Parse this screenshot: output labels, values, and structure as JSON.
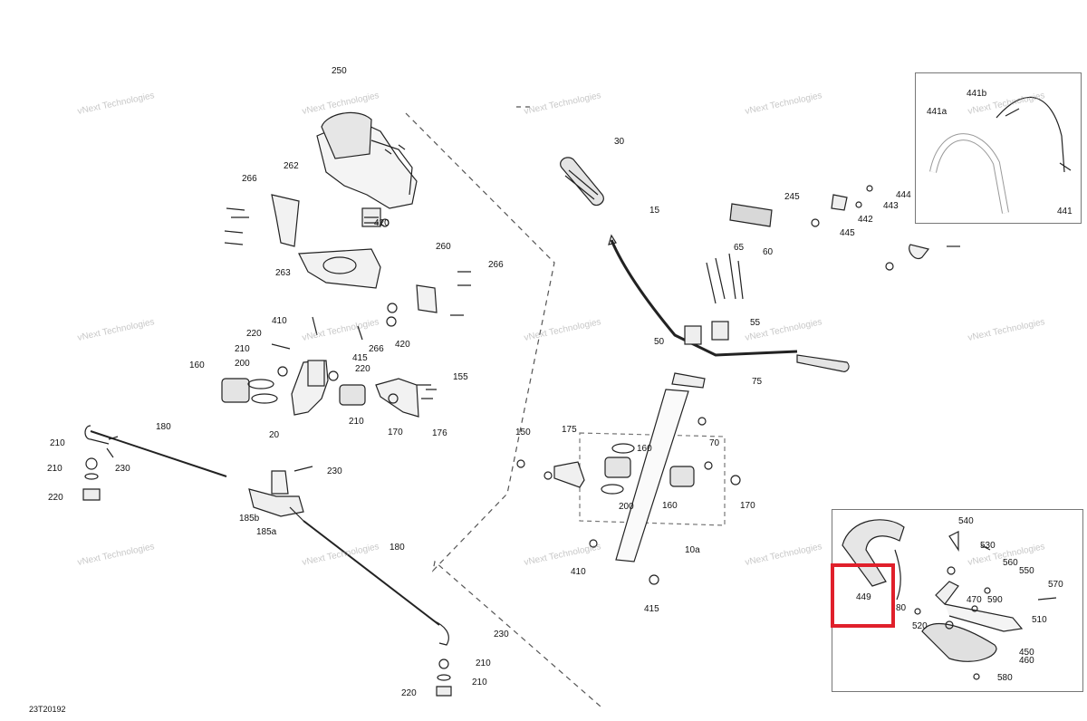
{
  "diagram": {
    "code": "23T20192",
    "watermark": "vNext Technologies",
    "highlight_color": "#e0202b",
    "labels": [
      "250",
      "266",
      "262",
      "263",
      "420",
      "260",
      "266",
      "266",
      "420",
      "410",
      "220",
      "210",
      "200",
      "160",
      "415",
      "220",
      "210",
      "20",
      "155",
      "170",
      "176",
      "30",
      "15",
      "245",
      "444",
      "443",
      "442",
      "445",
      "441a",
      "441b",
      "441",
      "65",
      "60",
      "55",
      "50",
      "75",
      "70",
      "175",
      "150",
      "160",
      "200",
      "160",
      "170",
      "410",
      "10a",
      "415",
      "180",
      "210",
      "230",
      "210",
      "220",
      "185b",
      "230",
      "185a",
      "180",
      "230",
      "210",
      "210",
      "220",
      "540",
      "530",
      "560",
      "550",
      "570",
      "470",
      "590",
      "510",
      "80",
      "520",
      "450",
      "460",
      "580",
      "449"
    ]
  }
}
